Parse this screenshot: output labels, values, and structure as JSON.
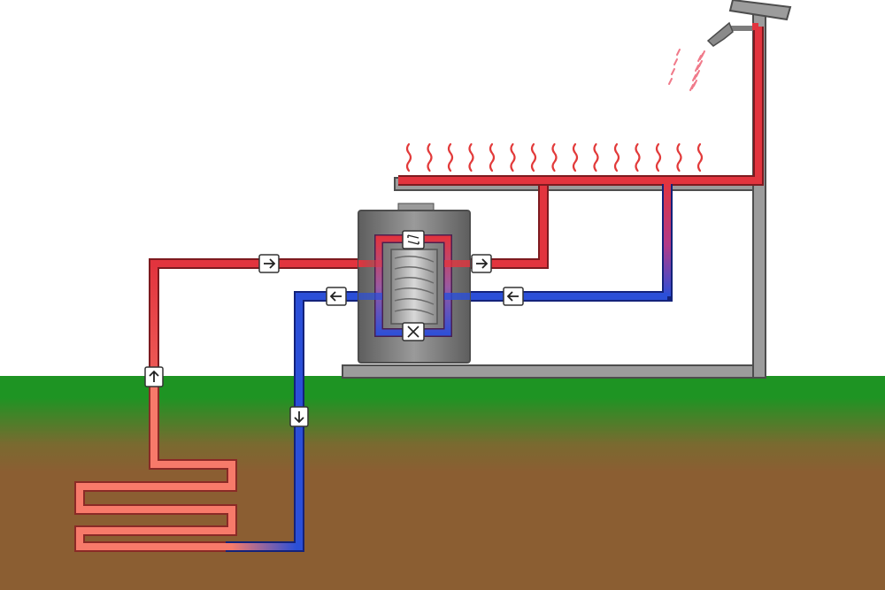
{
  "colors": {
    "sky": "#ffffff",
    "grass": "#1e9423",
    "soil": "#8b5e32",
    "hot_pipe": "#e2343e",
    "hot_pipe_edge": "#7d1a1f",
    "warm_pipe": "#f77a6a",
    "cold_pipe": "#2b4fd8",
    "cold_pipe_edge": "#13227a",
    "building": "#9c9c9c",
    "building_edge": "#4d4d4d",
    "pump_body": "#7c7c7c",
    "heat_wave": "#e23a3a",
    "shower_spray": "#f07a8a"
  },
  "icons": {
    "flow_right": "arrow-right-icon",
    "flow_left": "arrow-left-icon",
    "flow_up": "arrow-up-icon",
    "flow_down": "arrow-down-icon",
    "expansion_valve": "expansion-valve-icon",
    "compressor": "compressor-icon",
    "heat_wave": "heat-wave-icon",
    "shower": "shower-head-icon"
  },
  "components": {
    "ground_loop": "ground-heat-collector",
    "heat_pump": "heat-pump-unit",
    "floor_heating": "underfloor-heating",
    "hot_water": "shower-hot-water"
  }
}
